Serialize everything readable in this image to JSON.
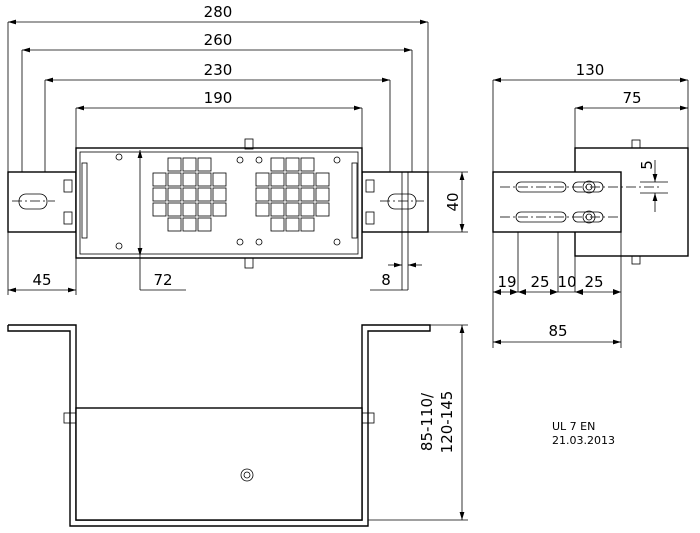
{
  "dimensions": {
    "top_view": {
      "overall": "280",
      "mount_outer": "260",
      "mount_inner": "230",
      "body": "190",
      "left_flange": "45",
      "fan_offset": "72",
      "slot": "8",
      "height": "40"
    },
    "side_view": {
      "overall": "130",
      "upper": "75",
      "pitch": "5",
      "seg_a": "19",
      "seg_b": "25",
      "seg_c": "10",
      "seg_d": "25",
      "total": "85"
    },
    "front_view": {
      "height_line1": "85-110/",
      "height_line2": "120-145"
    }
  },
  "title_block": {
    "code": "UL 7 EN",
    "date": "21.03.2013"
  }
}
